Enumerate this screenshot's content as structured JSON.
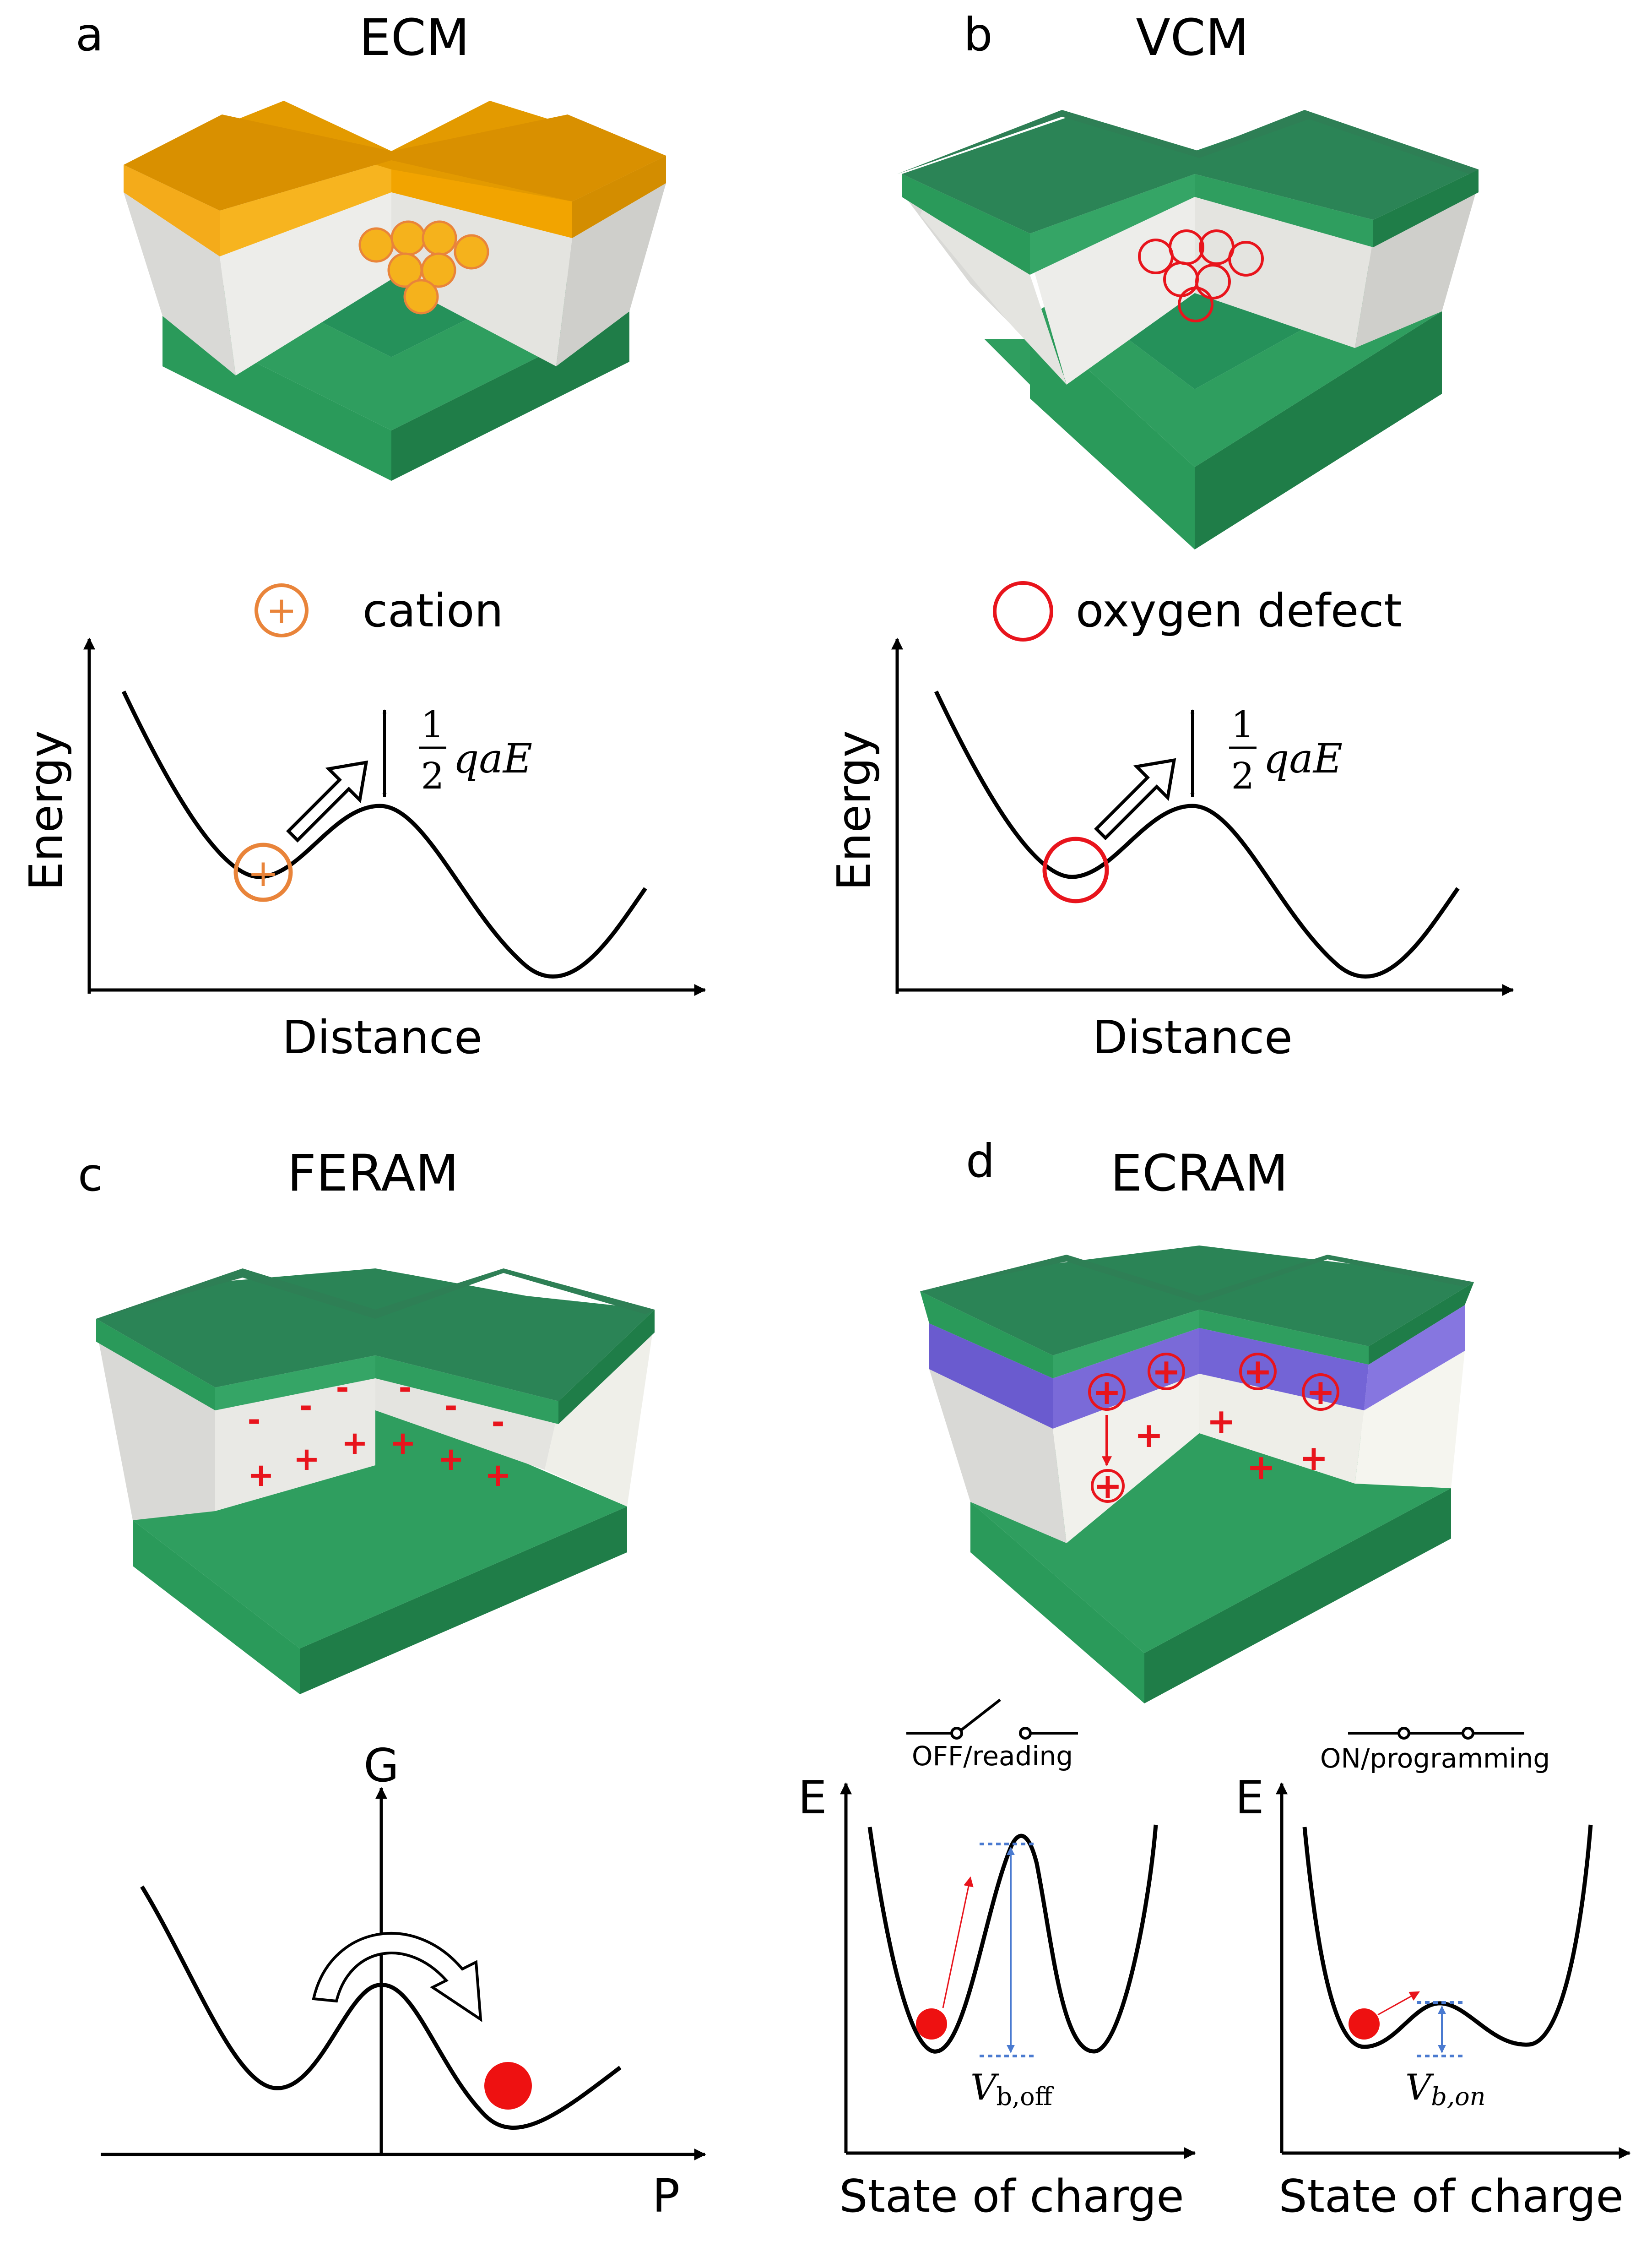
{
  "panels": {
    "a": {
      "letter": "a",
      "title": "ECM",
      "legend": "cation",
      "xlabel": "Distance",
      "ylabel": "Energy"
    },
    "b": {
      "letter": "b",
      "title": "VCM",
      "legend": "oxygen defect",
      "xlabel": "Distance",
      "ylabel": "Energy"
    },
    "c": {
      "letter": "c",
      "title": "FERAM",
      "ylabel": "G",
      "xlabel": "P"
    },
    "d": {
      "letter": "d",
      "title": "ECRAM",
      "left": {
        "switch_label": "OFF/reading",
        "ylabel": "E",
        "xlabel": "State of charge",
        "vb_main": "V",
        "vb_sub": "b,off"
      },
      "right": {
        "switch_label": "ON/programming",
        "ylabel": "E",
        "xlabel": "State of charge",
        "vb_main": "V",
        "vb_sub": "b,on"
      }
    }
  },
  "equation": {
    "numerator": "1",
    "denominator": "2",
    "expr": "qaE"
  },
  "symbols": {
    "plus": "+",
    "minus": "-"
  },
  "colors": {
    "gold": "#f5a800",
    "green": "#3aa36a",
    "insulator": "#e6e6e2",
    "purple": "#7a6ad8",
    "red": "#e8141c",
    "orange": "#e9843a",
    "blue_dotted": "#4a7ad0"
  }
}
